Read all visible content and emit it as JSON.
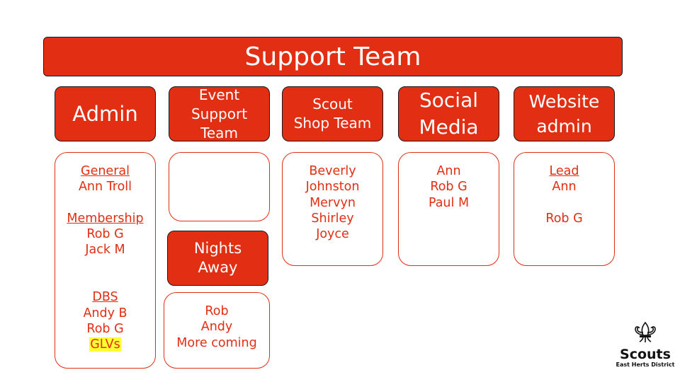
{
  "title": "Support Team",
  "colors": {
    "accent": "#e22e12",
    "highlight": "#ffff33",
    "text_on_accent": "#ffffff"
  },
  "columns": {
    "admin": {
      "header": [
        "Admin"
      ],
      "sections": [
        {
          "heading": "General",
          "names": [
            "Ann Troll"
          ]
        },
        {
          "heading": "Membership",
          "names": [
            "Rob G",
            "Jack M"
          ]
        },
        {
          "heading": "DBS",
          "names": [
            "Andy B",
            "Rob G"
          ],
          "highlighted": "GLVs"
        }
      ]
    },
    "event_support": {
      "header": [
        "Event",
        "Support",
        "Team"
      ],
      "names": []
    },
    "nights_away": {
      "header": [
        "Nights",
        "Away"
      ],
      "names": [
        "Rob",
        "Andy",
        "More coming"
      ]
    },
    "scout_shop": {
      "header": [
        "Scout",
        "Shop Team"
      ],
      "names": [
        "Beverly",
        "Johnston",
        "Mervyn",
        "Shirley",
        "Joyce"
      ]
    },
    "social_media": {
      "header": [
        "Social",
        "Media"
      ],
      "names": [
        "Ann",
        "Rob G",
        "Paul M"
      ]
    },
    "website_admin": {
      "header": [
        "Website",
        "admin"
      ],
      "lead_heading": "Lead",
      "names": [
        "Ann",
        "Rob G"
      ]
    }
  },
  "logo": {
    "icon": "fleur-de-lis-icon",
    "wordmark": "Scouts",
    "district": "East Herts District"
  }
}
